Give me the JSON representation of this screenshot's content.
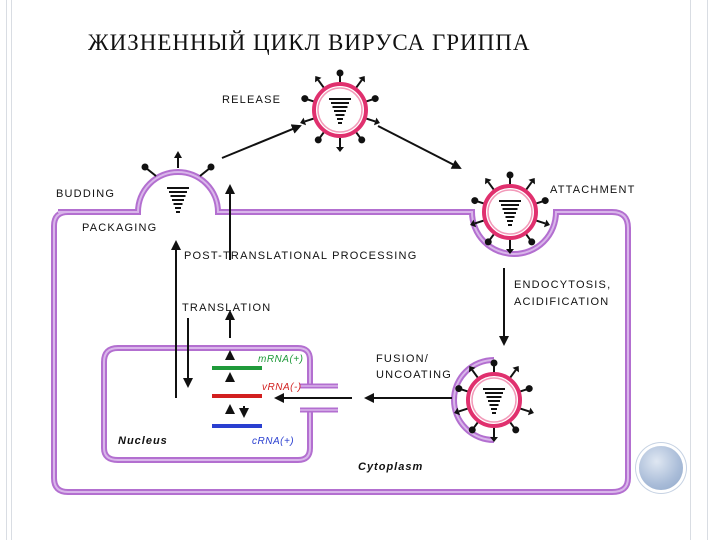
{
  "title": "ЖИЗНЕННЫЙ ЦИКЛ ВИРУСА ГРИППА",
  "labels": {
    "release": "RELEASE",
    "budding": "BUDDING",
    "packaging": "PACKAGING",
    "attachment": "ATTACHMENT",
    "post_translational": "POST-TRANSLATIONAL PROCESSING",
    "translation": "TRANSLATION",
    "endocytosis_line1": "ENDOCYTOSIS,",
    "endocytosis_line2": "ACIDIFICATION",
    "fusion_line1": "FUSION/",
    "fusion_line2": "UNCOATING",
    "nucleus": "Nucleus",
    "cytoplasm": "Cytoplasm",
    "mrna": "mRNA(+)",
    "vrna": "vRNA(-)",
    "crna": "cRNA(+)"
  },
  "colors": {
    "membrane": "#b36fd0",
    "membrane_light": "#d9b6ea",
    "virus_envelope": "#e0306e",
    "mrna": "#1f9a3a",
    "vrna": "#d21f1f",
    "crna": "#2a3fd0",
    "arrow": "#111111"
  }
}
